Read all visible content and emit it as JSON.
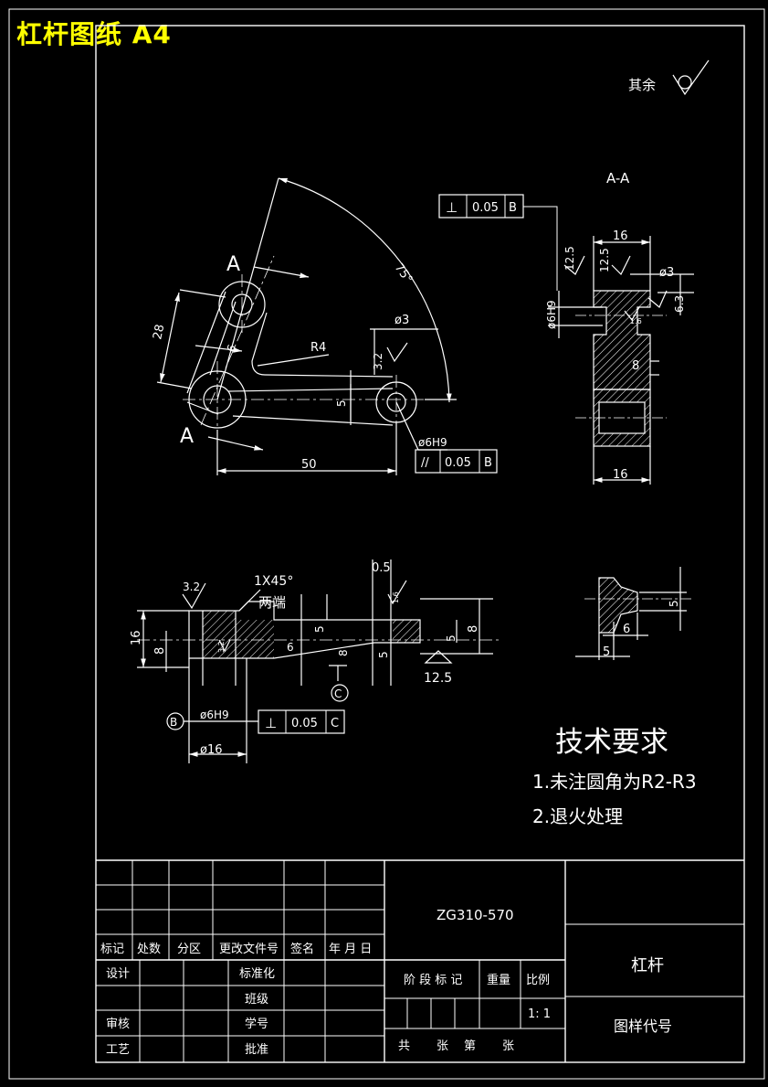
{
  "banner": "杠杆图纸 A4",
  "roughness": {
    "label": "其余"
  },
  "section": {
    "label": "A-A"
  },
  "views": {
    "main": {
      "section_mark_top": "A",
      "section_mark_bottom": "A",
      "angle": "75°",
      "dim_28": "28",
      "dim_6": "6",
      "radius": "R4",
      "hole_d3": "ø3",
      "rough_3_2": "3.2",
      "dim_5": "5",
      "dim_50": "50",
      "hole_d6h9": "ø6H9",
      "fcf_parallel": {
        "symbol": "//",
        "value": "0.05",
        "datum": "B"
      },
      "fcf_perp_top": {
        "symbol": "⊥",
        "value": "0.05",
        "datum": "B"
      }
    },
    "section_aa": {
      "dim_16_top": "16",
      "rough_12_5_a": "12.5",
      "rough_12_5_b": "12.5",
      "hole_d3": "ø3",
      "dim_6_3": "6.3",
      "hole_d6h9": "ø6H9",
      "rough_1_6": "1.6",
      "dim_8": "8",
      "dim_16_bottom": "16"
    },
    "bottom": {
      "rough_3_2": "3.2",
      "chamfer": "1X45°",
      "chamfer_note": "两端",
      "dim_0_5": "0.5",
      "rough_1_6": "1.6",
      "dim_16": "16",
      "dim_8_left": "8",
      "rough_3_2_inner": "3.2",
      "dim_5_a": "5",
      "dim_6": "6",
      "dim_8_mid": "8",
      "dim_5_b": "5",
      "dim_5_c": "5",
      "dim_8_right": "8",
      "rough_12_5": "12.5",
      "datum_c": "C",
      "datum_b": "B",
      "hole_d6h9": "ø6H9",
      "fcf_perp": {
        "symbol": "⊥",
        "value": "0.05",
        "datum": "C"
      },
      "dim_d16": "ø16"
    },
    "detail": {
      "dim_5_a": "5",
      "dim_6": "6",
      "dim_5_b": "5"
    }
  },
  "notes": {
    "title": "技术要求",
    "items": [
      "1.未注圆角为R2-R3",
      "2.退火处理"
    ]
  },
  "title_block": {
    "revision_headers": [
      "标记",
      "处数",
      "分区",
      "更改文件号",
      "签名",
      "年 月 日"
    ],
    "drawing_number": "ZG310-570",
    "part_name": "杠杆",
    "drawing_code_label": "图样代号",
    "left_labels": [
      "设计",
      "审核",
      "工艺"
    ],
    "mid_labels": [
      "标准化",
      "班级",
      "学号",
      "批准"
    ],
    "stage_label": "阶 段 标 记",
    "weight_label": "重量",
    "scale_label": "比例",
    "scale_value": "1: 1",
    "sheet_total": "共",
    "sheet_unit_a": "张",
    "sheet_no": "第",
    "sheet_unit_b": "张"
  }
}
